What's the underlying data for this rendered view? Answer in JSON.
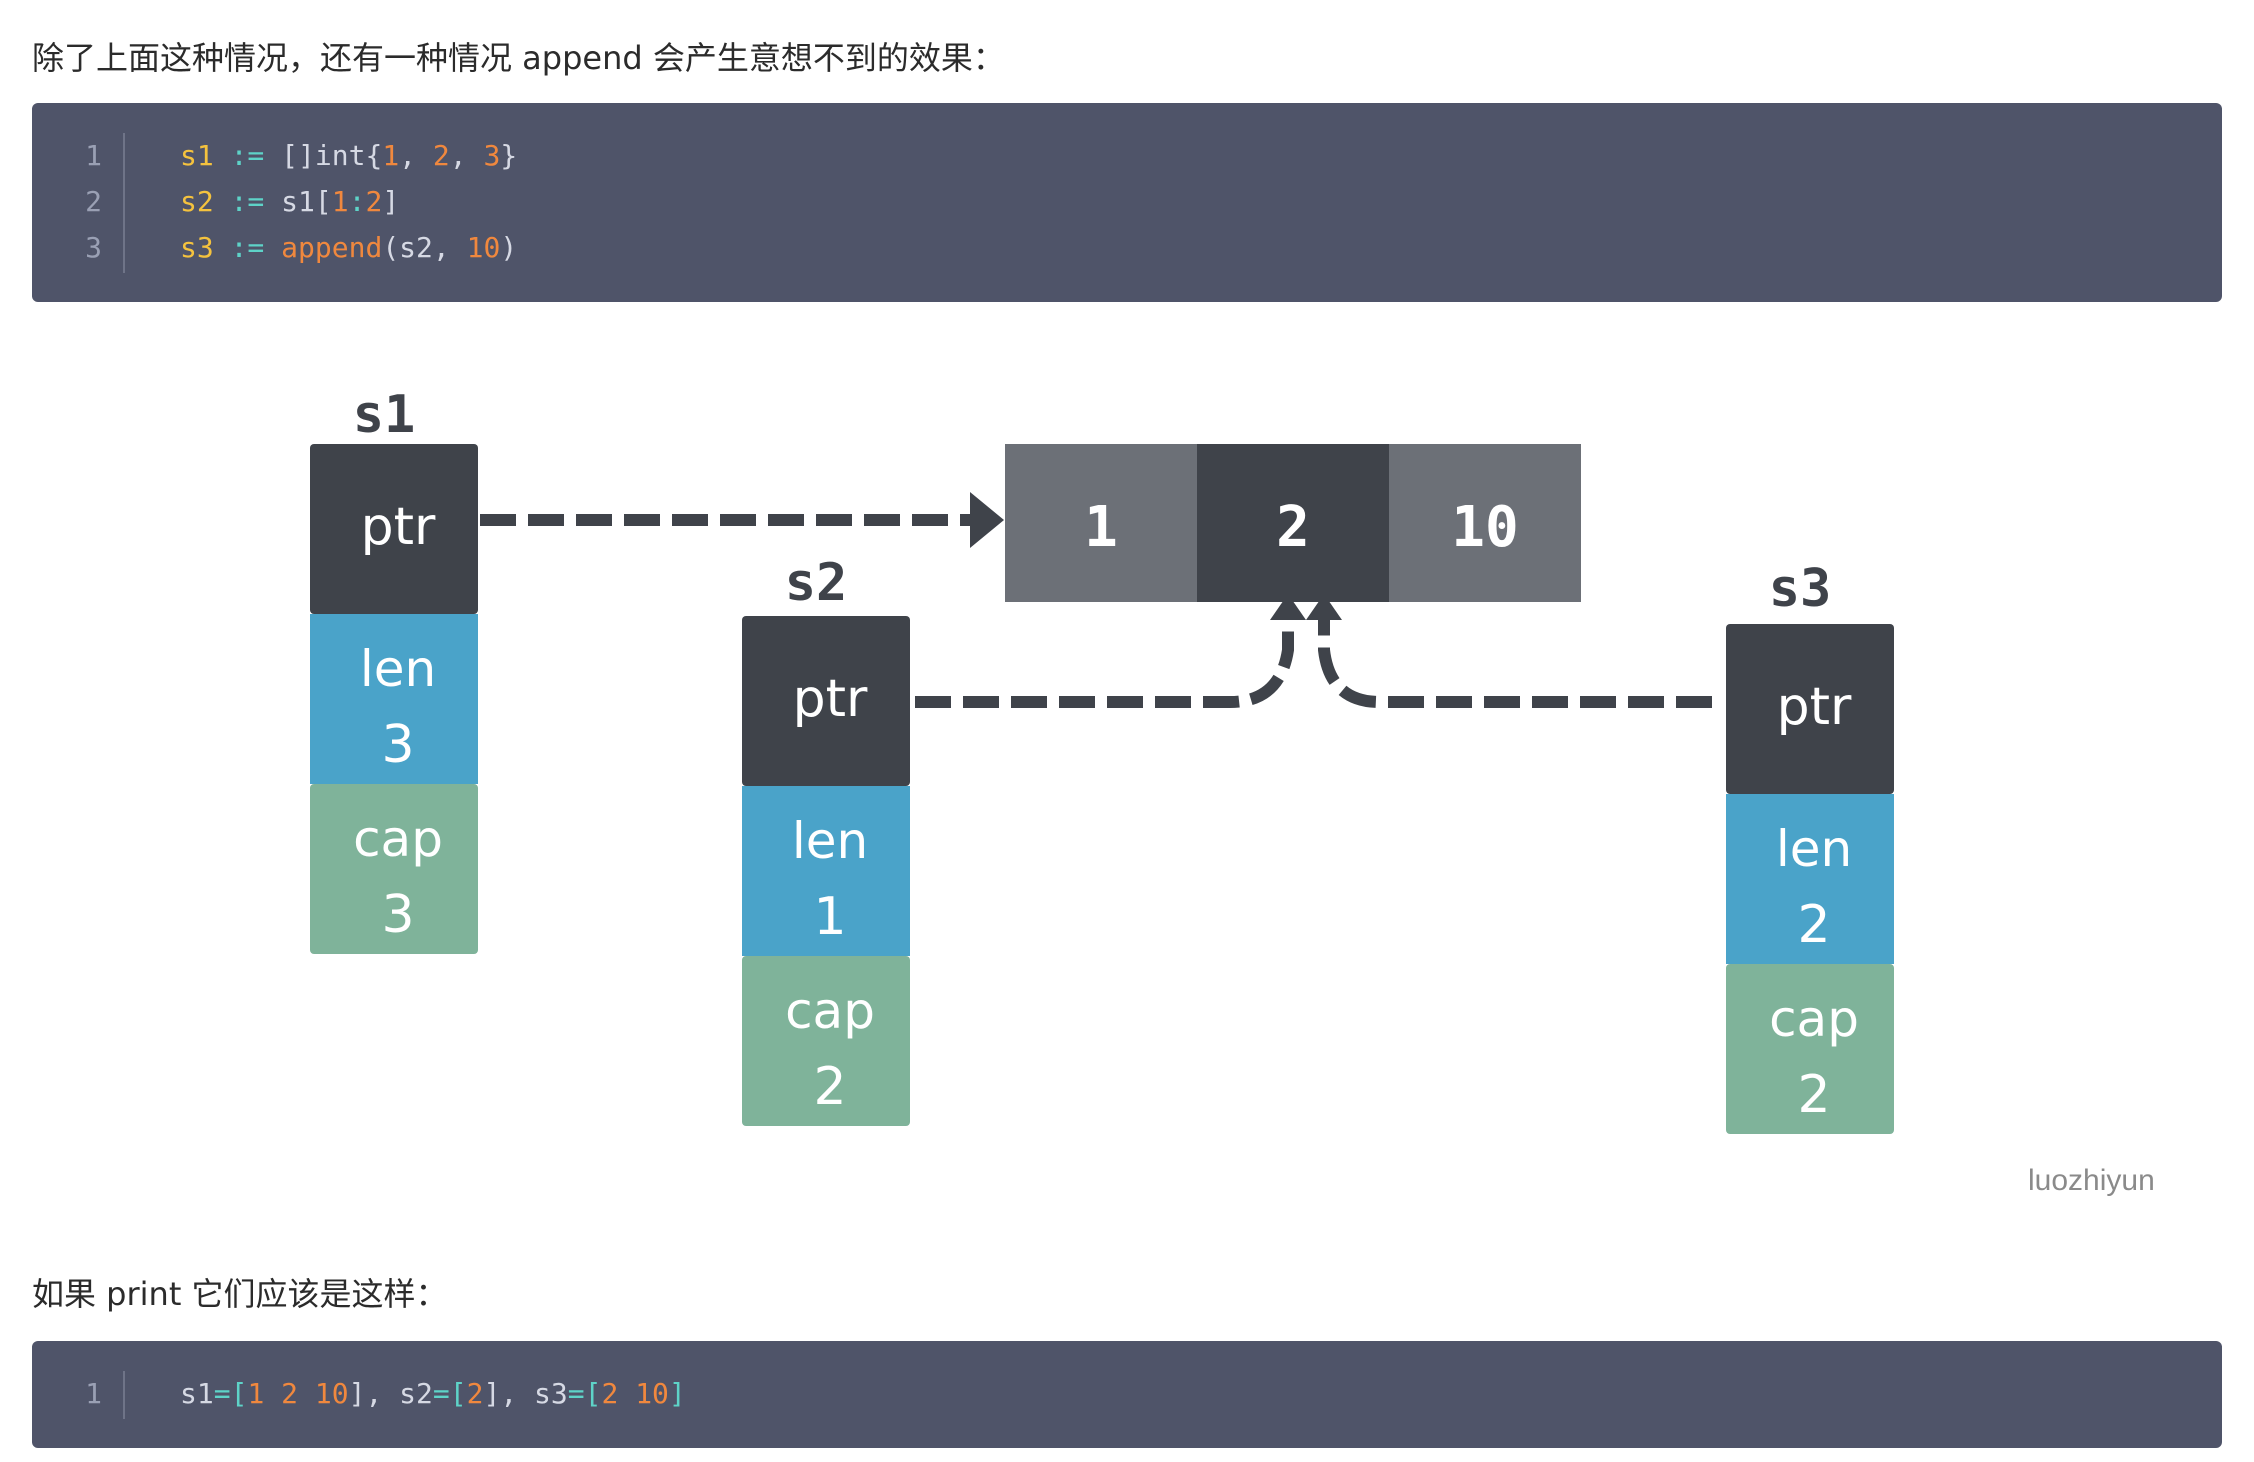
{
  "intro_text": "除了上面这种情况，还有一种情况 append 会产生意想不到的效果：",
  "code1": {
    "lines": [
      {
        "num": "1",
        "tokens": [
          {
            "t": "s1",
            "c": "tok-var"
          },
          {
            "t": " ",
            "c": "tok-plain"
          },
          {
            "t": ":=",
            "c": "tok-op"
          },
          {
            "t": " []int{",
            "c": "tok-plain"
          },
          {
            "t": "1",
            "c": "tok-num"
          },
          {
            "t": ", ",
            "c": "tok-plain"
          },
          {
            "t": "2",
            "c": "tok-num"
          },
          {
            "t": ", ",
            "c": "tok-plain"
          },
          {
            "t": "3",
            "c": "tok-num"
          },
          {
            "t": "}",
            "c": "tok-plain"
          }
        ]
      },
      {
        "num": "2",
        "tokens": [
          {
            "t": "s2",
            "c": "tok-var"
          },
          {
            "t": " ",
            "c": "tok-plain"
          },
          {
            "t": ":=",
            "c": "tok-op"
          },
          {
            "t": " s1[",
            "c": "tok-plain"
          },
          {
            "t": "1",
            "c": "tok-num"
          },
          {
            "t": ":",
            "c": "tok-op"
          },
          {
            "t": "2",
            "c": "tok-num"
          },
          {
            "t": "]",
            "c": "tok-plain"
          }
        ]
      },
      {
        "num": "3",
        "tokens": [
          {
            "t": "s3",
            "c": "tok-var"
          },
          {
            "t": " ",
            "c": "tok-plain"
          },
          {
            "t": ":=",
            "c": "tok-op"
          },
          {
            "t": " ",
            "c": "tok-plain"
          },
          {
            "t": "append",
            "c": "tok-fn"
          },
          {
            "t": "(s2, ",
            "c": "tok-plain"
          },
          {
            "t": "10",
            "c": "tok-num"
          },
          {
            "t": ")",
            "c": "tok-plain"
          }
        ]
      }
    ]
  },
  "diagram": {
    "slices": [
      {
        "name": "s1",
        "ptr_label": "ptr",
        "len_label": "len",
        "len_value": "3",
        "cap_label": "cap",
        "cap_value": "3"
      },
      {
        "name": "s2",
        "ptr_label": "ptr",
        "len_label": "len",
        "len_value": "1",
        "cap_label": "cap",
        "cap_value": "2"
      },
      {
        "name": "s3",
        "ptr_label": "ptr",
        "len_label": "len",
        "len_value": "2",
        "cap_label": "cap",
        "cap_value": "2"
      }
    ],
    "array_cells": [
      "1",
      "2",
      "10"
    ],
    "colors": {
      "ptr": "#3f434a",
      "len": "#4aa3c9",
      "cap": "#7fb39a",
      "cell_light": "#6c7077",
      "cell_dark": "#3f434a",
      "arrow": "#3f434a"
    }
  },
  "watermark": "luozhiyun",
  "print_text": "如果 print 它们应该是这样：",
  "code2": {
    "lines": [
      {
        "num": "1",
        "tokens": [
          {
            "t": "s1",
            "c": "tok-plain"
          },
          {
            "t": "=",
            "c": "tok-op"
          },
          {
            "t": "[",
            "c": "tok-op"
          },
          {
            "t": "1",
            "c": "tok-num"
          },
          {
            "t": " ",
            "c": "tok-plain"
          },
          {
            "t": "2",
            "c": "tok-num"
          },
          {
            "t": " ",
            "c": "tok-plain"
          },
          {
            "t": "10",
            "c": "tok-num"
          },
          {
            "t": "], ",
            "c": "tok-plain"
          },
          {
            "t": "s2",
            "c": "tok-plain"
          },
          {
            "t": "=",
            "c": "tok-op"
          },
          {
            "t": "[",
            "c": "tok-op"
          },
          {
            "t": "2",
            "c": "tok-num"
          },
          {
            "t": "], ",
            "c": "tok-plain"
          },
          {
            "t": "s3",
            "c": "tok-plain"
          },
          {
            "t": "=",
            "c": "tok-op"
          },
          {
            "t": "[",
            "c": "tok-op"
          },
          {
            "t": "2",
            "c": "tok-num"
          },
          {
            "t": " ",
            "c": "tok-plain"
          },
          {
            "t": "10",
            "c": "tok-num"
          },
          {
            "t": "]",
            "c": "tok-op"
          }
        ]
      }
    ]
  }
}
